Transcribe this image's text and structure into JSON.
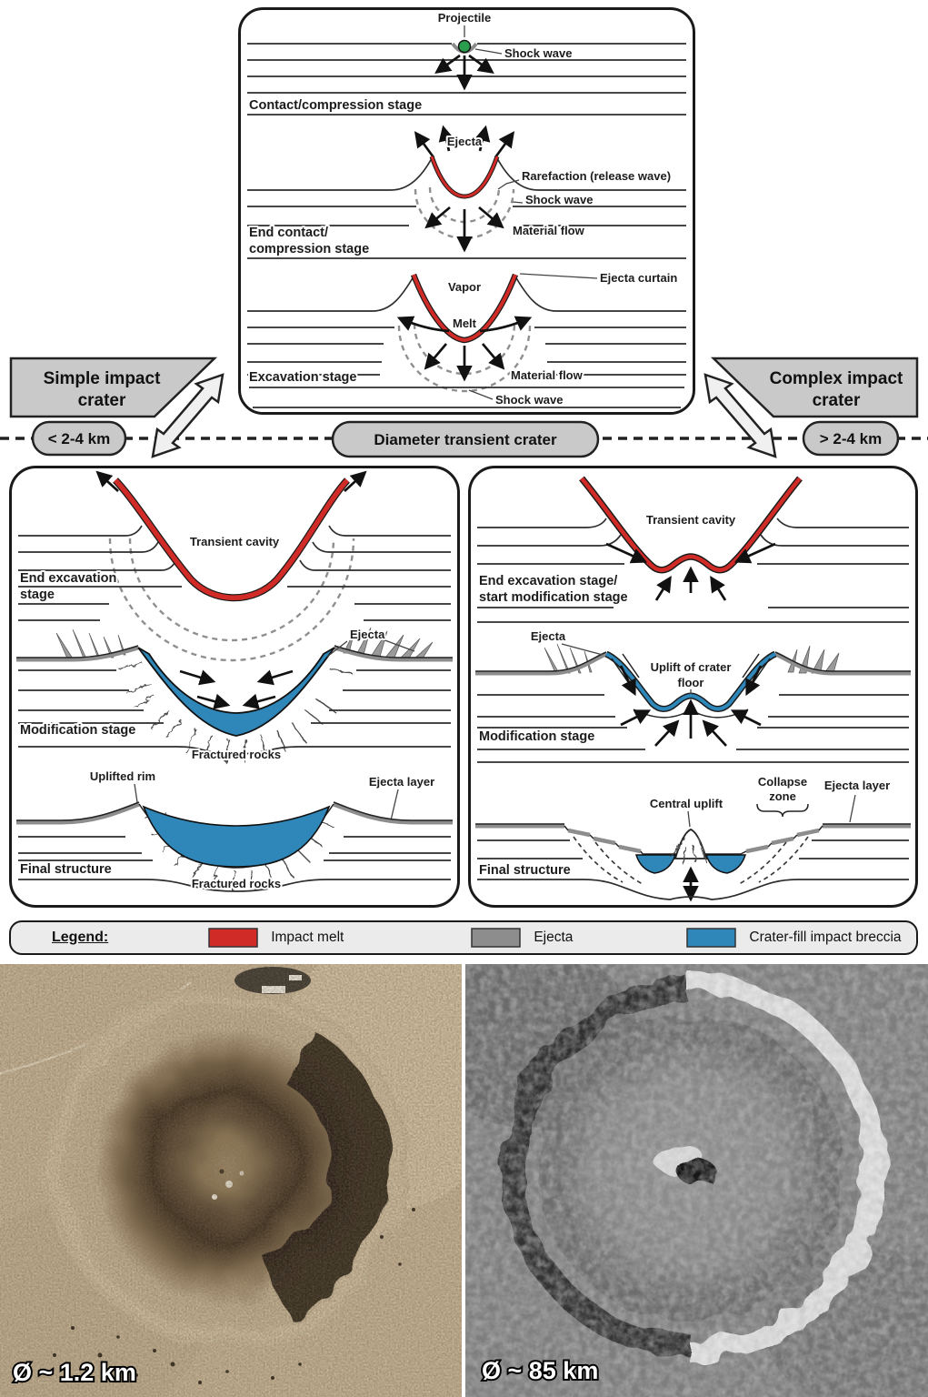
{
  "top_panel": {
    "projectile": "Projectile",
    "shock_wave_1": "Shock wave",
    "stage_1": "Contact/compression stage",
    "ejecta": "Ejecta",
    "rarefaction": "Rarefaction (release wave)",
    "shock_wave_2": "Shock wave",
    "material_flow_1": "Material flow",
    "stage_2_line1": "End contact/",
    "stage_2_line2": "compression stage",
    "vapor": "Vapor",
    "ejecta_curtain": "Ejecta curtain",
    "melt": "Melt",
    "material_flow_2": "Material flow",
    "shock_wave_3": "Shock wave",
    "stage_3": "Excavation stage"
  },
  "branch": {
    "simple_line1": "Simple impact",
    "simple_line2": "crater",
    "simple_diameter": "< 2-4 km",
    "transient_label": "Diameter transient crater",
    "complex_line1": "Complex impact",
    "complex_line2": "crater",
    "complex_diameter": "> 2-4 km"
  },
  "simple_panel": {
    "transient_cavity": "Transient cavity",
    "stage_1_line1": "End excavation",
    "stage_1_line2": "stage",
    "ejecta": "Ejecta",
    "stage_2": "Modification stage",
    "fractured_rocks_1": "Fractured rocks",
    "uplifted_rim": "Uplifted rim",
    "ejecta_layer": "Ejecta layer",
    "stage_3": "Final structure",
    "fractured_rocks_2": "Fractured rocks"
  },
  "complex_panel": {
    "transient_cavity": "Transient cavity",
    "stage_1_line1": "End excavation stage/",
    "stage_1_line2": "start modification stage",
    "ejecta": "Ejecta",
    "uplift_line1": "Uplift of crater",
    "uplift_line2": "floor",
    "stage_2": "Modification stage",
    "collapse_line1": "Collapse",
    "collapse_line2": "zone",
    "ejecta_layer": "Ejecta layer",
    "central_uplift": "Central uplift",
    "stage_3": "Final structure"
  },
  "legend": {
    "title": "Legend:",
    "items": [
      {
        "label": "Impact melt",
        "color": "#d02b27"
      },
      {
        "label": "Ejecta",
        "color": "#8d8d8d"
      },
      {
        "label": "Crater-fill impact breccia",
        "color": "#2f86b8"
      }
    ]
  },
  "photos": {
    "simple_example_caption": "Ø ~ 1.2 km",
    "complex_example_caption": "Ø ~ 85 km"
  }
}
